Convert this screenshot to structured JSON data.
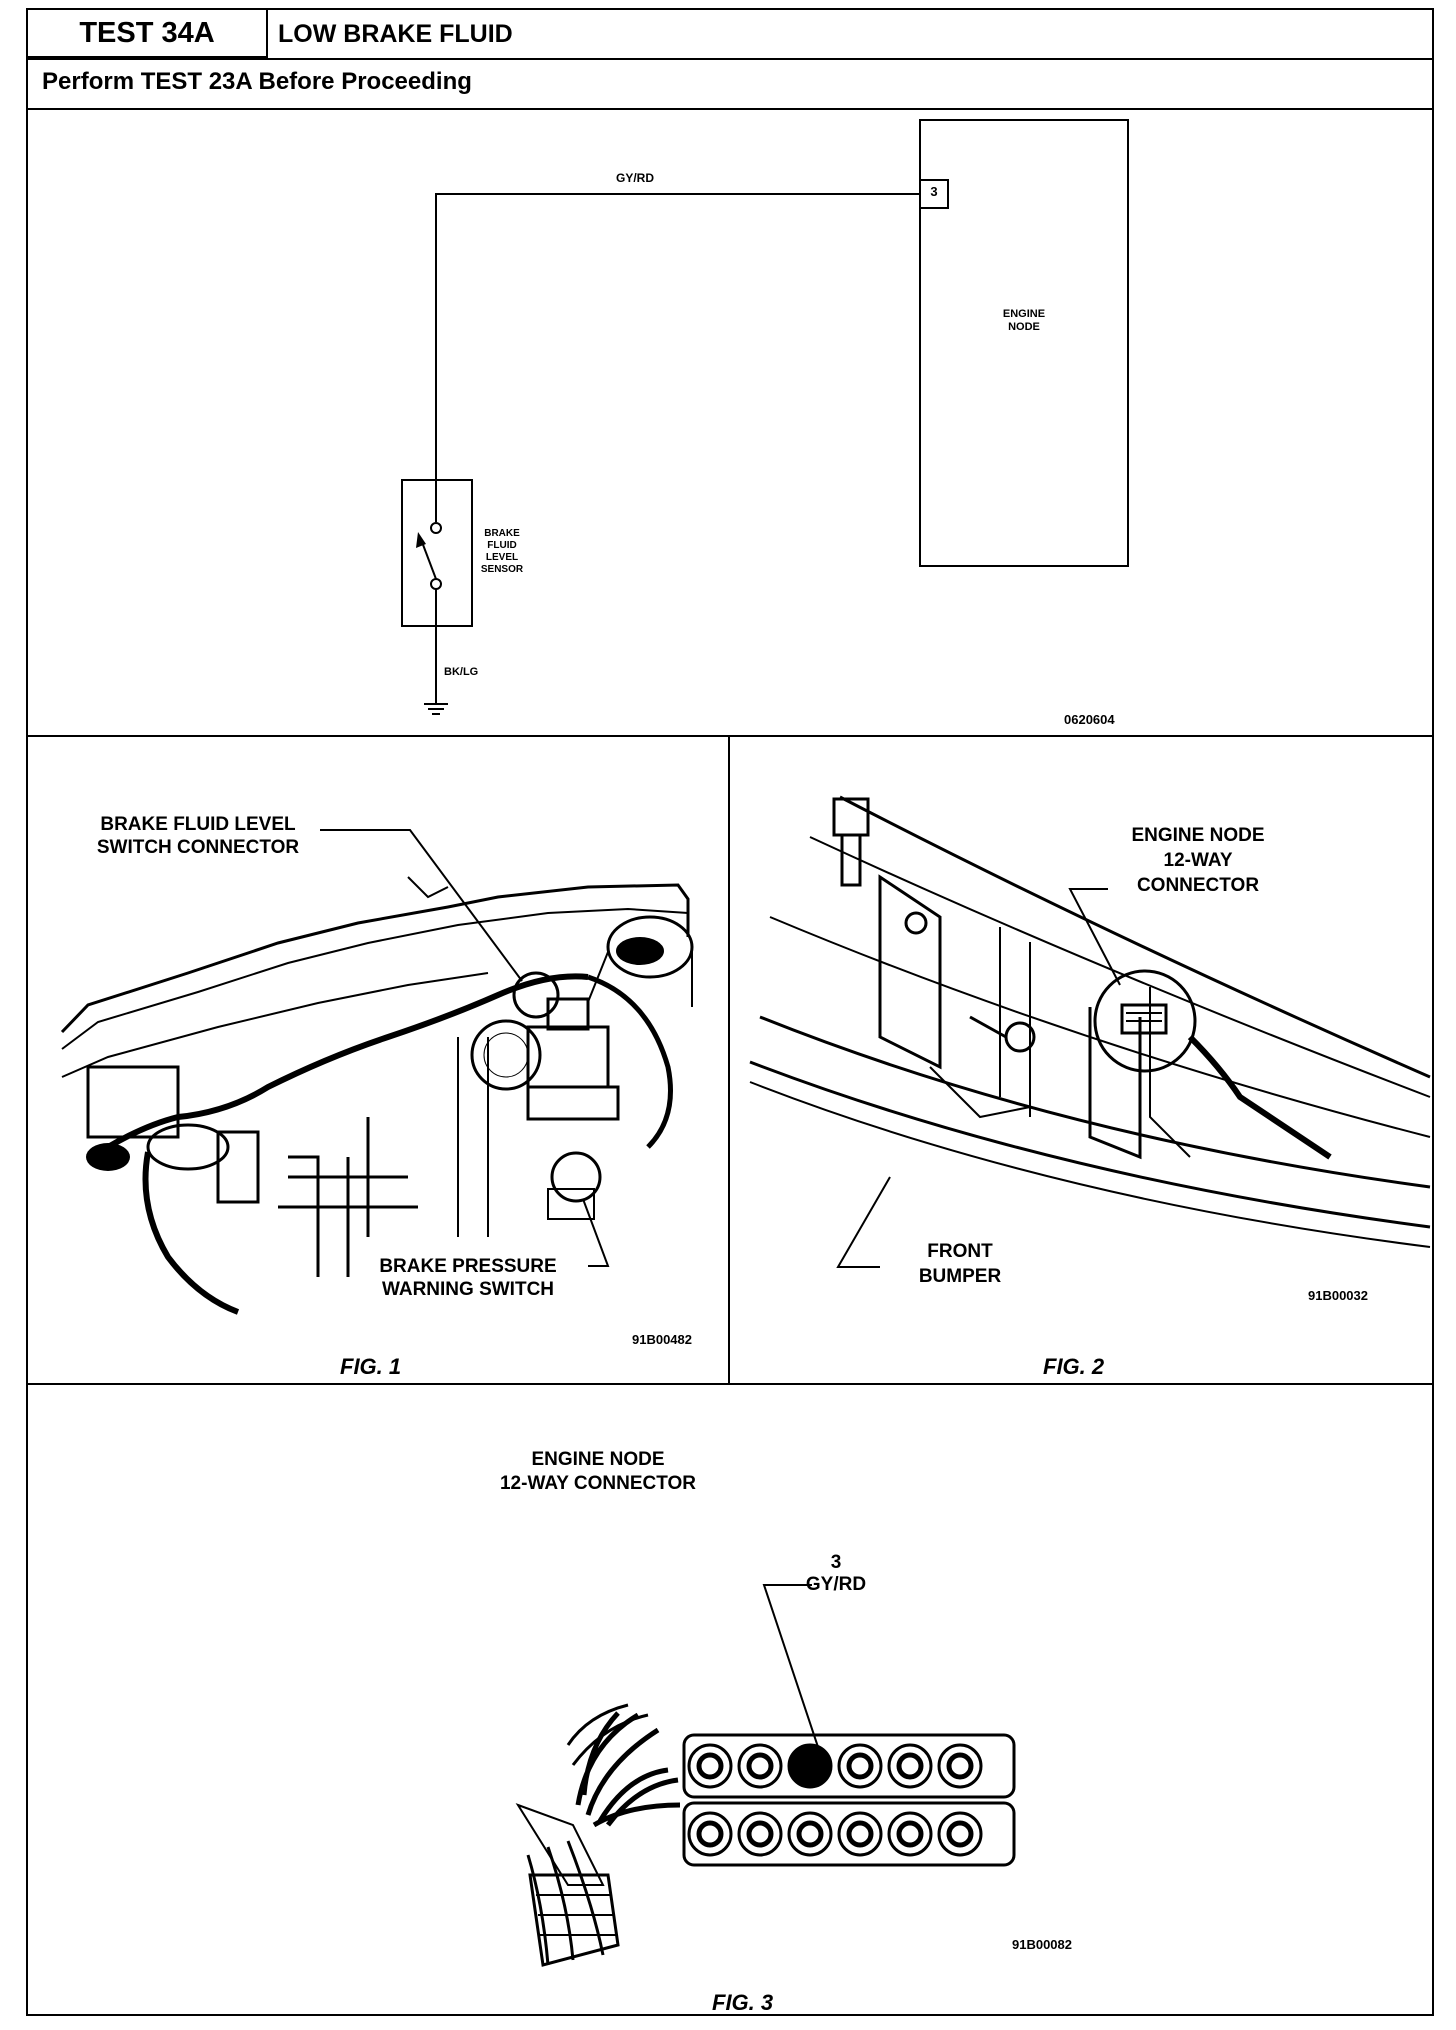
{
  "header": {
    "test_id": "TEST 34A",
    "title": "LOW BRAKE FLUID",
    "subtitle": "Perform TEST 23A Before Proceeding"
  },
  "schematic": {
    "wire_top": "GY/RD",
    "pin": "3",
    "node_label_line1": "ENGINE",
    "node_label_line2": "NODE",
    "sensor_line1": "BRAKE",
    "sensor_line2": "FLUID",
    "sensor_line3": "LEVEL",
    "sensor_line4": "SENSOR",
    "wire_bottom": "BK/LG",
    "code": "0620604"
  },
  "fig1": {
    "label_connector_line1": "BRAKE FLUID LEVEL",
    "label_connector_line2": "SWITCH CONNECTOR",
    "label_switch_line1": "BRAKE PRESSURE",
    "label_switch_line2": "WARNING SWITCH",
    "code": "91B00482",
    "caption": "FIG. 1"
  },
  "fig2": {
    "label_node_line1": "ENGINE NODE",
    "label_node_line2": "12-WAY",
    "label_node_line3": "CONNECTOR",
    "label_bumper_line1": "FRONT",
    "label_bumper_line2": "BUMPER",
    "code": "91B00032",
    "caption": "FIG. 2"
  },
  "fig3": {
    "title_line1": "ENGINE NODE",
    "title_line2": "12-WAY CONNECTOR",
    "pin_number": "3",
    "pin_wire": "GY/RD",
    "code": "91B00082",
    "caption": "FIG. 3"
  }
}
